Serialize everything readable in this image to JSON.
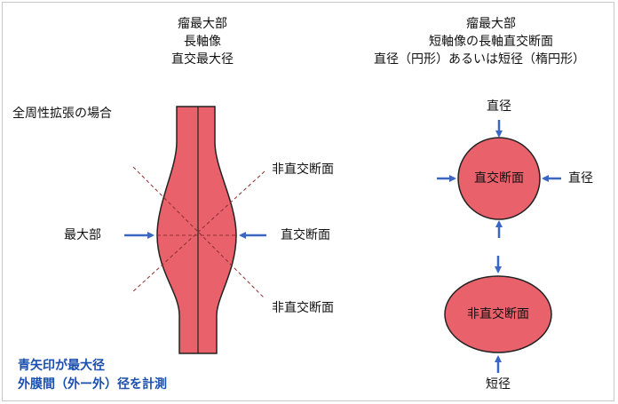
{
  "left_panel": {
    "title_lines": [
      "瘤最大部",
      "長軸像",
      "直交最大径"
    ],
    "full_circumference_label": "全周性拡張の場合",
    "max_label": "最大部",
    "orthogonal_label": "直交断面",
    "nonortho_upper_label": "非直交断面",
    "nonortho_lower_label": "非直交断面",
    "note_lines": [
      "青矢印が最大径",
      "外膜間（外ー外）径を計測"
    ]
  },
  "right_panel": {
    "title_lines": [
      "瘤最大部",
      "短軸像の長軸直交断面",
      "直径（円形）あるいは短径（楕円形）"
    ],
    "circle_top_label": "直径",
    "circle_right_label": "直径",
    "circle_text": "直交断面",
    "ellipse_text": "非直交断面",
    "ellipse_bottom_label": "短径"
  },
  "colors": {
    "vessel_fill": "#e9616b",
    "outline": "#222222",
    "arrow": "#3a66c4",
    "note_text": "#1a4fb0",
    "dashed_line": "#8a2e2e"
  }
}
